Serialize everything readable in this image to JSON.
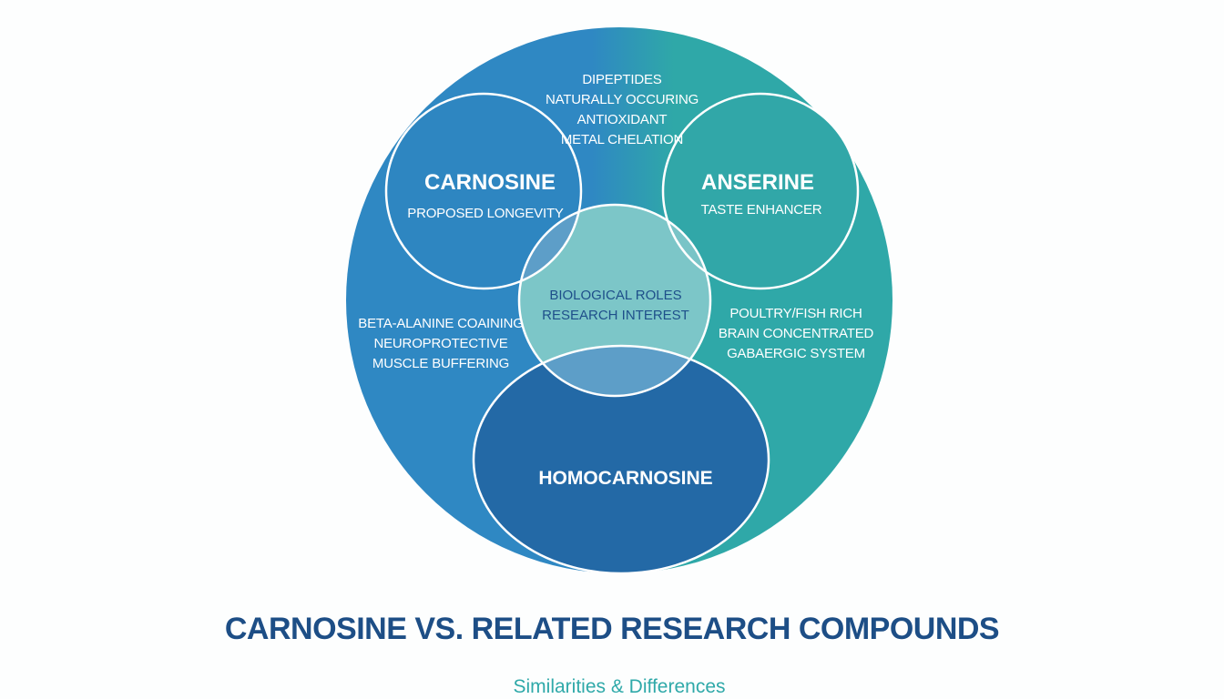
{
  "colors": {
    "outer_left": "#2f88c3",
    "outer_right": "#2fa8a8",
    "carnosine_fill": "#2e86c1",
    "anserine_fill": "#31a7a8",
    "center_fill": "#7cc6c8",
    "homocarnosine_fill": "#2369a6",
    "overlap_fill": "#5d9ec8",
    "stroke": "#ffffff",
    "title_color": "#1d4e86",
    "subtitle_color": "#2fa9a9"
  },
  "diagram": {
    "shared": {
      "items": [
        "DIPEPTIDES",
        "NATURALLY OCCURING",
        "ANTIOXIDANT",
        "METAL CHELATION"
      ]
    },
    "carnosine": {
      "name": "CARNOSINE",
      "trait": "PROPOSED LONGEVITY",
      "outer_items": [
        "BETA-ALANINE COAINING",
        "NEUROPROTECTIVE",
        "MUSCLE BUFFERING"
      ]
    },
    "anserine": {
      "name": "ANSERINE",
      "trait": "TASTE ENHANCER",
      "outer_items": [
        "POULTRY/FISH RICH",
        "BRAIN CONCENTRATED",
        "GABAERGIC SYSTEM"
      ]
    },
    "center": {
      "items": [
        "BIOLOGICAL ROLES",
        "RESEARCH INTEREST"
      ]
    },
    "homocarnosine": {
      "name": "HOMOCARNOSINE"
    }
  },
  "title": "CARNOSINE VS. RELATED RESEARCH COMPOUNDS",
  "subtitle": "Similarities & Differences"
}
